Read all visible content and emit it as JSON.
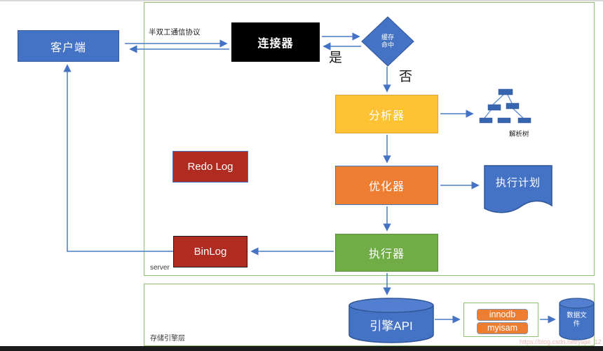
{
  "diagram": {
    "layers": {
      "server_label": "server",
      "storage_label": "存储引擎层"
    },
    "nodes": {
      "client": "客户端",
      "connector": "连接器",
      "cache_hit_line1": "缓存",
      "cache_hit_line2": "命中",
      "analyzer": "分析器",
      "optimizer": "优化器",
      "executor": "执行器",
      "redo_log": "Redo Log",
      "binlog": "BinLog",
      "exec_plan": "执行计划",
      "engine_api": "引擎API",
      "innodb": "innodb",
      "myisam": "myisam",
      "data_file_line1": "数据文",
      "data_file_line2": "件"
    },
    "edge_labels": {
      "protocol": "半双工通信协议",
      "yes": "是",
      "no": "否",
      "parse_tree": "解析树"
    },
    "watermark": "https://blog.csdn.net/yajie_12",
    "colors": {
      "accent_blue": "#4472C4",
      "accent_blue_dark": "#2F5597",
      "accent_yellow": "#FFC234",
      "accent_orange": "#ED7D31",
      "accent_green": "#70AD47",
      "accent_red": "#B02B20",
      "layer_border_green": "#8FBF72",
      "connector_black": "#000000"
    }
  }
}
